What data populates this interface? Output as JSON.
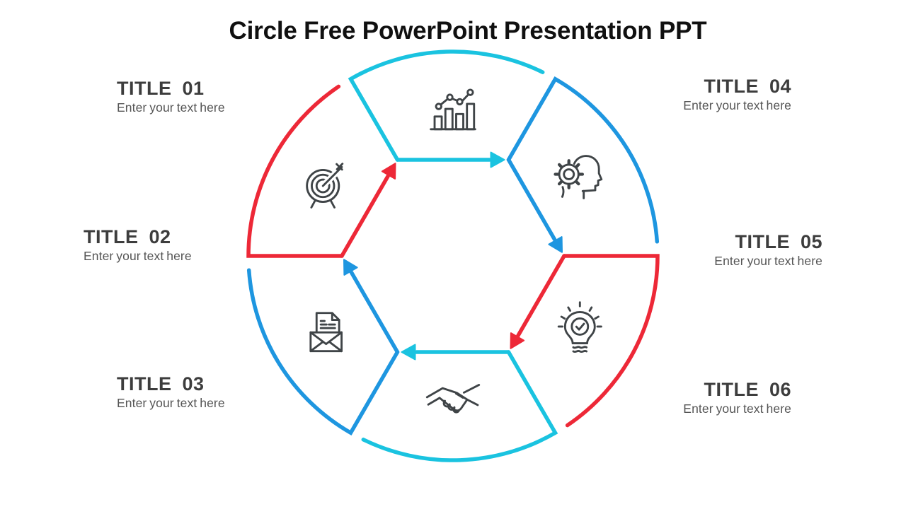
{
  "slide": {
    "title": "Circle Free PowerPoint Presentation PPT"
  },
  "labels": [
    {
      "title": "TITLE 01",
      "subtitle": "Enter your text here",
      "position": "top-left"
    },
    {
      "title": "TITLE 02",
      "subtitle": "Enter your text here",
      "position": "middle-left"
    },
    {
      "title": "TITLE 03",
      "subtitle": "Enter your text here",
      "position": "bottom-left"
    },
    {
      "title": "TITLE 04",
      "subtitle": "Enter your text here",
      "position": "top-right"
    },
    {
      "title": "TITLE 05",
      "subtitle": "Enter your text here",
      "position": "middle-right"
    },
    {
      "title": "TITLE 06",
      "subtitle": "Enter your text here",
      "position": "bottom-right"
    }
  ],
  "diagram": {
    "type": "circular-process-cycle",
    "direction": "clockwise",
    "colors": {
      "cyan": "#1ac3e0",
      "blue": "#1e96e0",
      "red": "#ed2837",
      "icon_stroke": "#3f4447"
    },
    "segments": [
      {
        "order": 1,
        "position": "top",
        "color": "cyan",
        "icon": "bar-chart-icon"
      },
      {
        "order": 2,
        "position": "top-right",
        "color": "blue",
        "icon": "head-gear-icon"
      },
      {
        "order": 3,
        "position": "bottom-right",
        "color": "red",
        "icon": "lightbulb-check-icon"
      },
      {
        "order": 4,
        "position": "bottom",
        "color": "cyan",
        "icon": "handshake-icon"
      },
      {
        "order": 5,
        "position": "bottom-left",
        "color": "blue",
        "icon": "mail-letter-icon"
      },
      {
        "order": 6,
        "position": "top-left",
        "color": "red",
        "icon": "target-arrow-icon"
      }
    ]
  }
}
